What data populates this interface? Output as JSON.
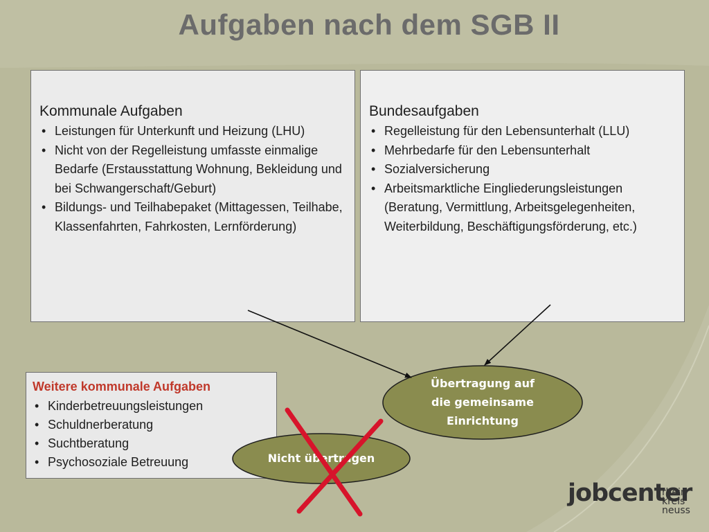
{
  "title": "Aufgaben nach dem SGB II",
  "kommunal": {
    "heading": "Kommunale Aufgaben",
    "items": [
      "Leistungen für Unterkunft und Heizung (LHU)",
      "Nicht von der Regelleistung umfasste einmalige Bedarfe (Erstausstattung Wohnung, Bekleidung und bei Schwangerschaft/Geburt)",
      "Bildungs- und Teilhabepaket (Mittagessen, Teilhabe, Klassenfahrten, Fahrkosten, Lernförderung)"
    ]
  },
  "bund": {
    "heading": "Bundesaufgaben",
    "items": [
      "Regelleistung für den Lebensunterhalt (LLU)",
      "Mehrbedarfe für den Lebensunterhalt",
      "Sozialversicherung",
      "Arbeitsmarktliche Eingliederungsleistungen (Beratung, Vermittlung, Arbeitsgelegenheiten, Weiterbildung, Beschäftigungsförderung, etc.)"
    ]
  },
  "weitere": {
    "heading": "Weitere kommunale Aufgaben",
    "items": [
      "Kinderbetreuungsleistungen",
      "Schuldnerberatung",
      "Suchtberatung",
      "Psychosoziale Betreuung"
    ]
  },
  "uebertragung": {
    "line1": "Übertragung auf",
    "line2": "die gemeinsame",
    "line3": "Einrichtung"
  },
  "nicht": {
    "label": "Nicht übertragen"
  },
  "logo": {
    "main": "jobcenter",
    "sub1": "rhein",
    "sub2": "kreis",
    "sub3": "neuss"
  },
  "colors": {
    "background": "#b9b99b",
    "ellipse": "#8a8c4f",
    "heading_red": "#c0392b",
    "cross": "#d7142b",
    "logo_accent": "#9aa83a"
  }
}
